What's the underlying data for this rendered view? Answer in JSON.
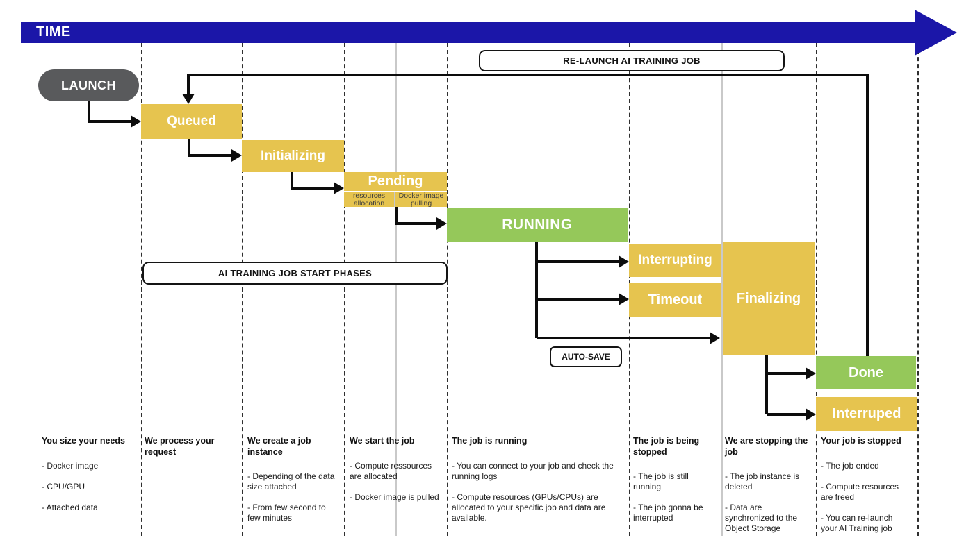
{
  "time_bar": {
    "label": "TIME"
  },
  "launch": {
    "label": "LAUNCH"
  },
  "states": {
    "queued": {
      "label": "Queued"
    },
    "initializing": {
      "label": "Initializing"
    },
    "pending": {
      "label": "Pending",
      "sub_left": "resources allocation",
      "sub_right": "Docker image pulling"
    },
    "running": {
      "label": "RUNNING"
    },
    "interrupting": {
      "label": "Interrupting"
    },
    "timeout": {
      "label": "Timeout"
    },
    "finalizing": {
      "label": "Finalizing"
    },
    "done": {
      "label": "Done"
    },
    "interruped": {
      "label": "Interruped"
    }
  },
  "labels": {
    "relaunch": "RE-LAUNCH AI TRAINING JOB",
    "start_phases": "AI TRAINING JOB START PHASES",
    "autosave": "AUTO-SAVE"
  },
  "edges": [
    {
      "from": "LAUNCH",
      "to": "Queued"
    },
    {
      "from": "Queued",
      "to": "Initializing"
    },
    {
      "from": "Initializing",
      "to": "Pending"
    },
    {
      "from": "Pending",
      "to": "RUNNING"
    },
    {
      "from": "RUNNING",
      "to": "Interrupting"
    },
    {
      "from": "RUNNING",
      "to": "Timeout"
    },
    {
      "from": "RUNNING",
      "to": "Finalizing"
    },
    {
      "from": "Finalizing",
      "to": "Done"
    },
    {
      "from": "Finalizing",
      "to": "Interruped"
    },
    {
      "from": "Done",
      "to": "Queued",
      "label": "RE-LAUNCH AI TRAINING JOB"
    }
  ],
  "colors": {
    "blue": "#1b16a8",
    "yellow": "#e6c44f",
    "green": "#95c85a",
    "gray": "#595a5c"
  },
  "columns": [
    {
      "header": "You size your needs",
      "items": [
        "- Docker image",
        "- CPU/GPU",
        "- Attached data"
      ]
    },
    {
      "header": "We process your request",
      "items": []
    },
    {
      "header": "We create a job instance",
      "items": [
        "- Depending of the data size attached",
        "- From few second to few minutes"
      ]
    },
    {
      "header": "We start the job",
      "items": [
        "- Compute ressources are allocated",
        "- Docker image is pulled"
      ]
    },
    {
      "header": "The job is running",
      "items": [
        "- You can connect to your job and check the running logs",
        "- Compute resources (GPUs/CPUs) are allocated to your specific job and data are available."
      ]
    },
    {
      "header": "The job is being stopped",
      "items": [
        "- The job is still running",
        "- The job gonna be interrupted"
      ]
    },
    {
      "header": "We are stopping the job",
      "items": [
        "- The job instance is deleted",
        "- Data are synchronized to the Object Storage"
      ]
    },
    {
      "header": "Your job is stopped",
      "items": [
        "- The job ended",
        "- Compute resources are freed",
        "- You can re-launch your AI Training job"
      ]
    }
  ]
}
